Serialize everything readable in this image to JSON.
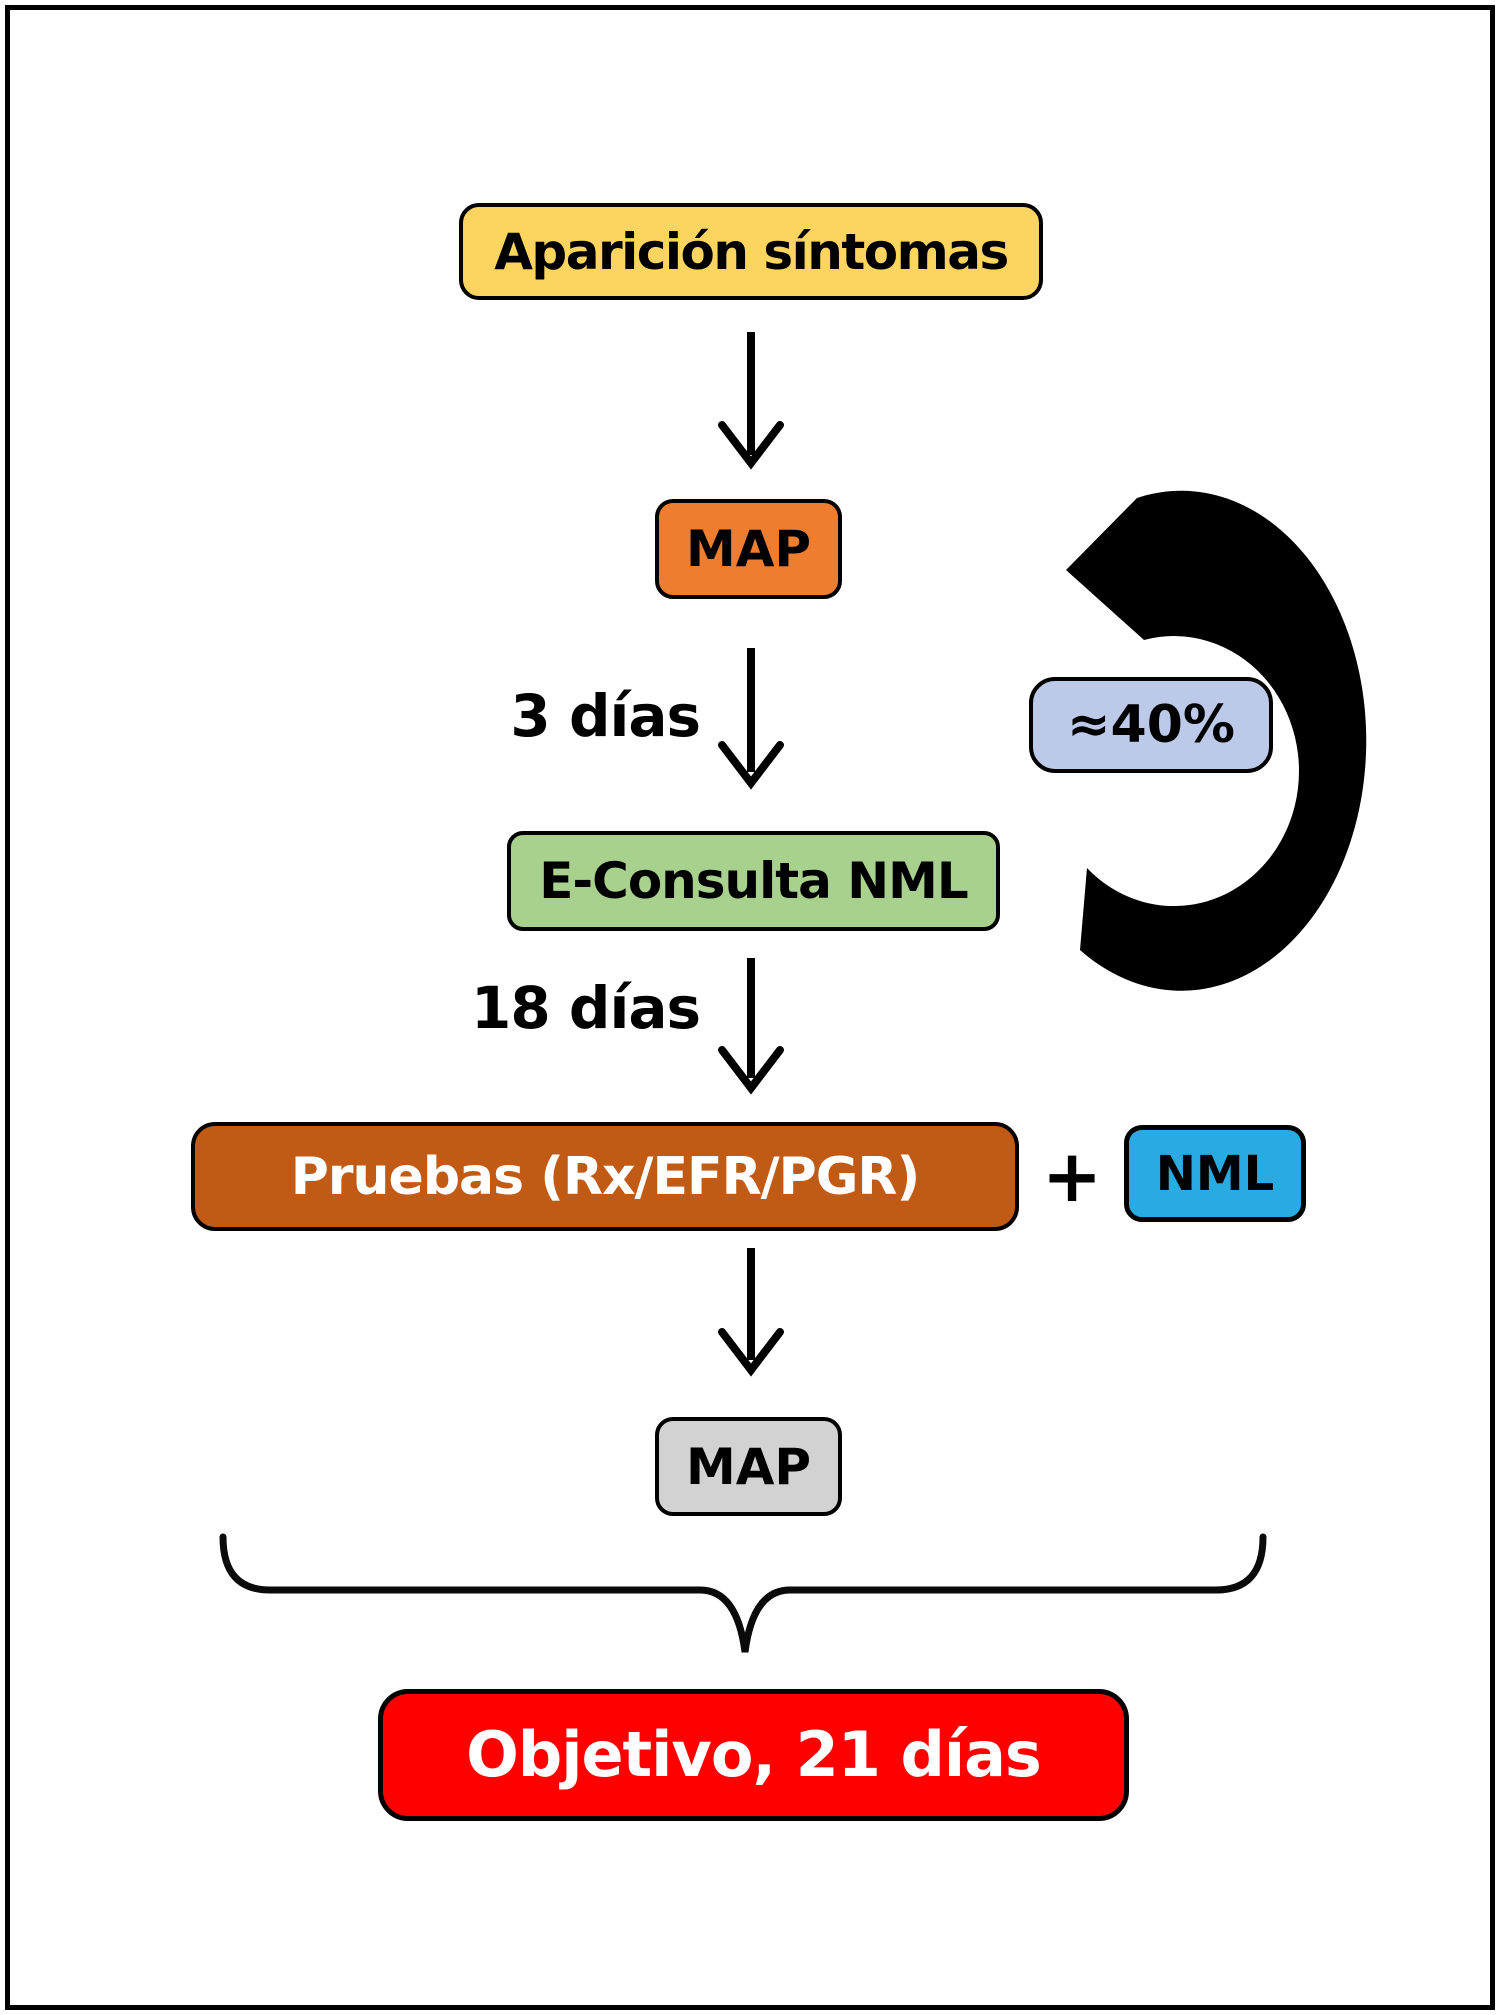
{
  "figure": {
    "type": "flowchart",
    "background_color": "#FFFFFF",
    "frame_color": "#000000",
    "connector_color": "#000000",
    "nodes": {
      "sintomas": {
        "label": "Aparición síntomas",
        "bg": "#FBD55F",
        "fg": "#000000"
      },
      "map1": {
        "label": "MAP",
        "bg": "#EF7D2F",
        "fg": "#000000"
      },
      "pct40": {
        "label": "≈40%",
        "bg": "#BCC9E8",
        "fg": "#000000"
      },
      "econsulta": {
        "label": "E-Consulta NML",
        "bg": "#A9D18E",
        "fg": "#000000"
      },
      "pruebas": {
        "label": "Pruebas (Rx/EFR/PGR)",
        "bg": "#C05A15",
        "fg": "#FFFFFF"
      },
      "nml": {
        "label": "NML",
        "bg": "#29ABE2",
        "fg": "#000000"
      },
      "map2": {
        "label": "MAP",
        "bg": "#D2D2D2",
        "fg": "#000000"
      },
      "objetivo": {
        "label": "Objetivo, 21 días",
        "bg": "#FE0000",
        "fg": "#FFFFFF"
      }
    },
    "labels": {
      "map_to_econsulta": "3 días",
      "econsulta_to_pruebas": "18 días",
      "plus": "+"
    }
  }
}
